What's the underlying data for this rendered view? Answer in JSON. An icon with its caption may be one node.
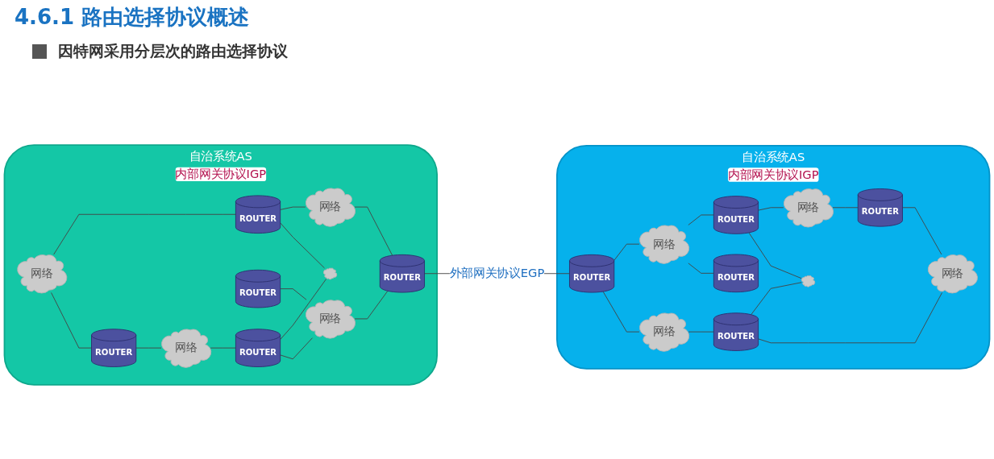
{
  "diagram": {
    "title": "4.6.1 路由选择协议概述",
    "nodes": [
      {
        "text": [
          "自治系统AS",
          "内部网关协议IGP"
        ]
      },
      {
        "text": [
          "ROUTER"
        ],
        "in": 0
      },
      {
        "text": [
          "网络"
        ],
        "in": 0
      },
      {
        "text": [
          "网络"
        ],
        "in": 0
      },
      {
        "text": [
          "ROUTER"
        ],
        "in": 0
      },
      {
        "text": [],
        "shape": "cloud",
        "in": 0
      },
      {
        "text": [
          "ROUTER"
        ],
        "in": 0
      },
      {
        "text": [
          "ROUTER"
        ],
        "in": 0
      },
      {
        "text": [
          "网络"
        ],
        "in": 0
      },
      {
        "text": [
          "ROUTER"
        ],
        "in": 0
      },
      {
        "text": [
          "网络"
        ],
        "in": 0
      },
      {
        "text": [
          "自治系统AS",
          "内部网关协议IGP"
        ]
      },
      {
        "text": [
          "ROUTER"
        ],
        "in": 11
      },
      {
        "text": [
          "网络"
        ],
        "in": 11
      },
      {
        "text": [
          "网络"
        ],
        "in": 11
      },
      {
        "text": [
          "ROUTER"
        ],
        "in": 11
      },
      {
        "text": [
          "ROUTER"
        ],
        "in": 11
      },
      {
        "text": [],
        "shape": "cloud",
        "in": 11
      },
      {
        "text": [
          "ROUTER"
        ],
        "in": 11
      },
      {
        "text": [
          "网络"
        ],
        "in": 11
      },
      {
        "text": [
          "网络"
        ],
        "in": 11
      },
      {
        "text": [
          "ROUTER"
        ],
        "in": 11
      }
    ],
    "edges": [
      {
        "from": 2,
        "to": 1,
        "arrow": "none"
      },
      {
        "from": 1,
        "to": 3,
        "arrow": "none"
      },
      {
        "from": 1,
        "to": 5,
        "arrow": "none"
      },
      {
        "from": 2,
        "to": 4,
        "arrow": "none"
      },
      {
        "from": 4,
        "to": 8,
        "arrow": "none"
      },
      {
        "from": 8,
        "to": 9,
        "arrow": "none"
      },
      {
        "from": 9,
        "to": 5,
        "arrow": "none"
      },
      {
        "from": 9,
        "to": 10,
        "arrow": "none"
      },
      {
        "from": 6,
        "to": 10,
        "arrow": "none"
      },
      {
        "from": 10,
        "to": 7,
        "arrow": "none"
      },
      {
        "from": 3,
        "to": 7,
        "arrow": "none"
      },
      {
        "from": 7,
        "to": 15,
        "arrow": "none",
        "label": "外部网关协议EGP"
      },
      {
        "from": 15,
        "to": 13,
        "arrow": "none"
      },
      {
        "from": 13,
        "to": 12,
        "arrow": "none"
      },
      {
        "from": 12,
        "to": 14,
        "arrow": "none"
      },
      {
        "from": 12,
        "to": 17,
        "arrow": "none"
      },
      {
        "from": 13,
        "to": 16,
        "arrow": "none"
      },
      {
        "from": 15,
        "to": 19,
        "arrow": "none"
      },
      {
        "from": 19,
        "to": 21,
        "arrow": "none"
      },
      {
        "from": 21,
        "to": 17,
        "arrow": "none"
      },
      {
        "from": 21,
        "to": 20,
        "arrow": "none"
      },
      {
        "from": 14,
        "to": 18,
        "arrow": "none"
      },
      {
        "from": 18,
        "to": 20,
        "arrow": "none"
      }
    ],
    "labels": [
      "因特网采用分层次的路由选择协议"
    ]
  }
}
